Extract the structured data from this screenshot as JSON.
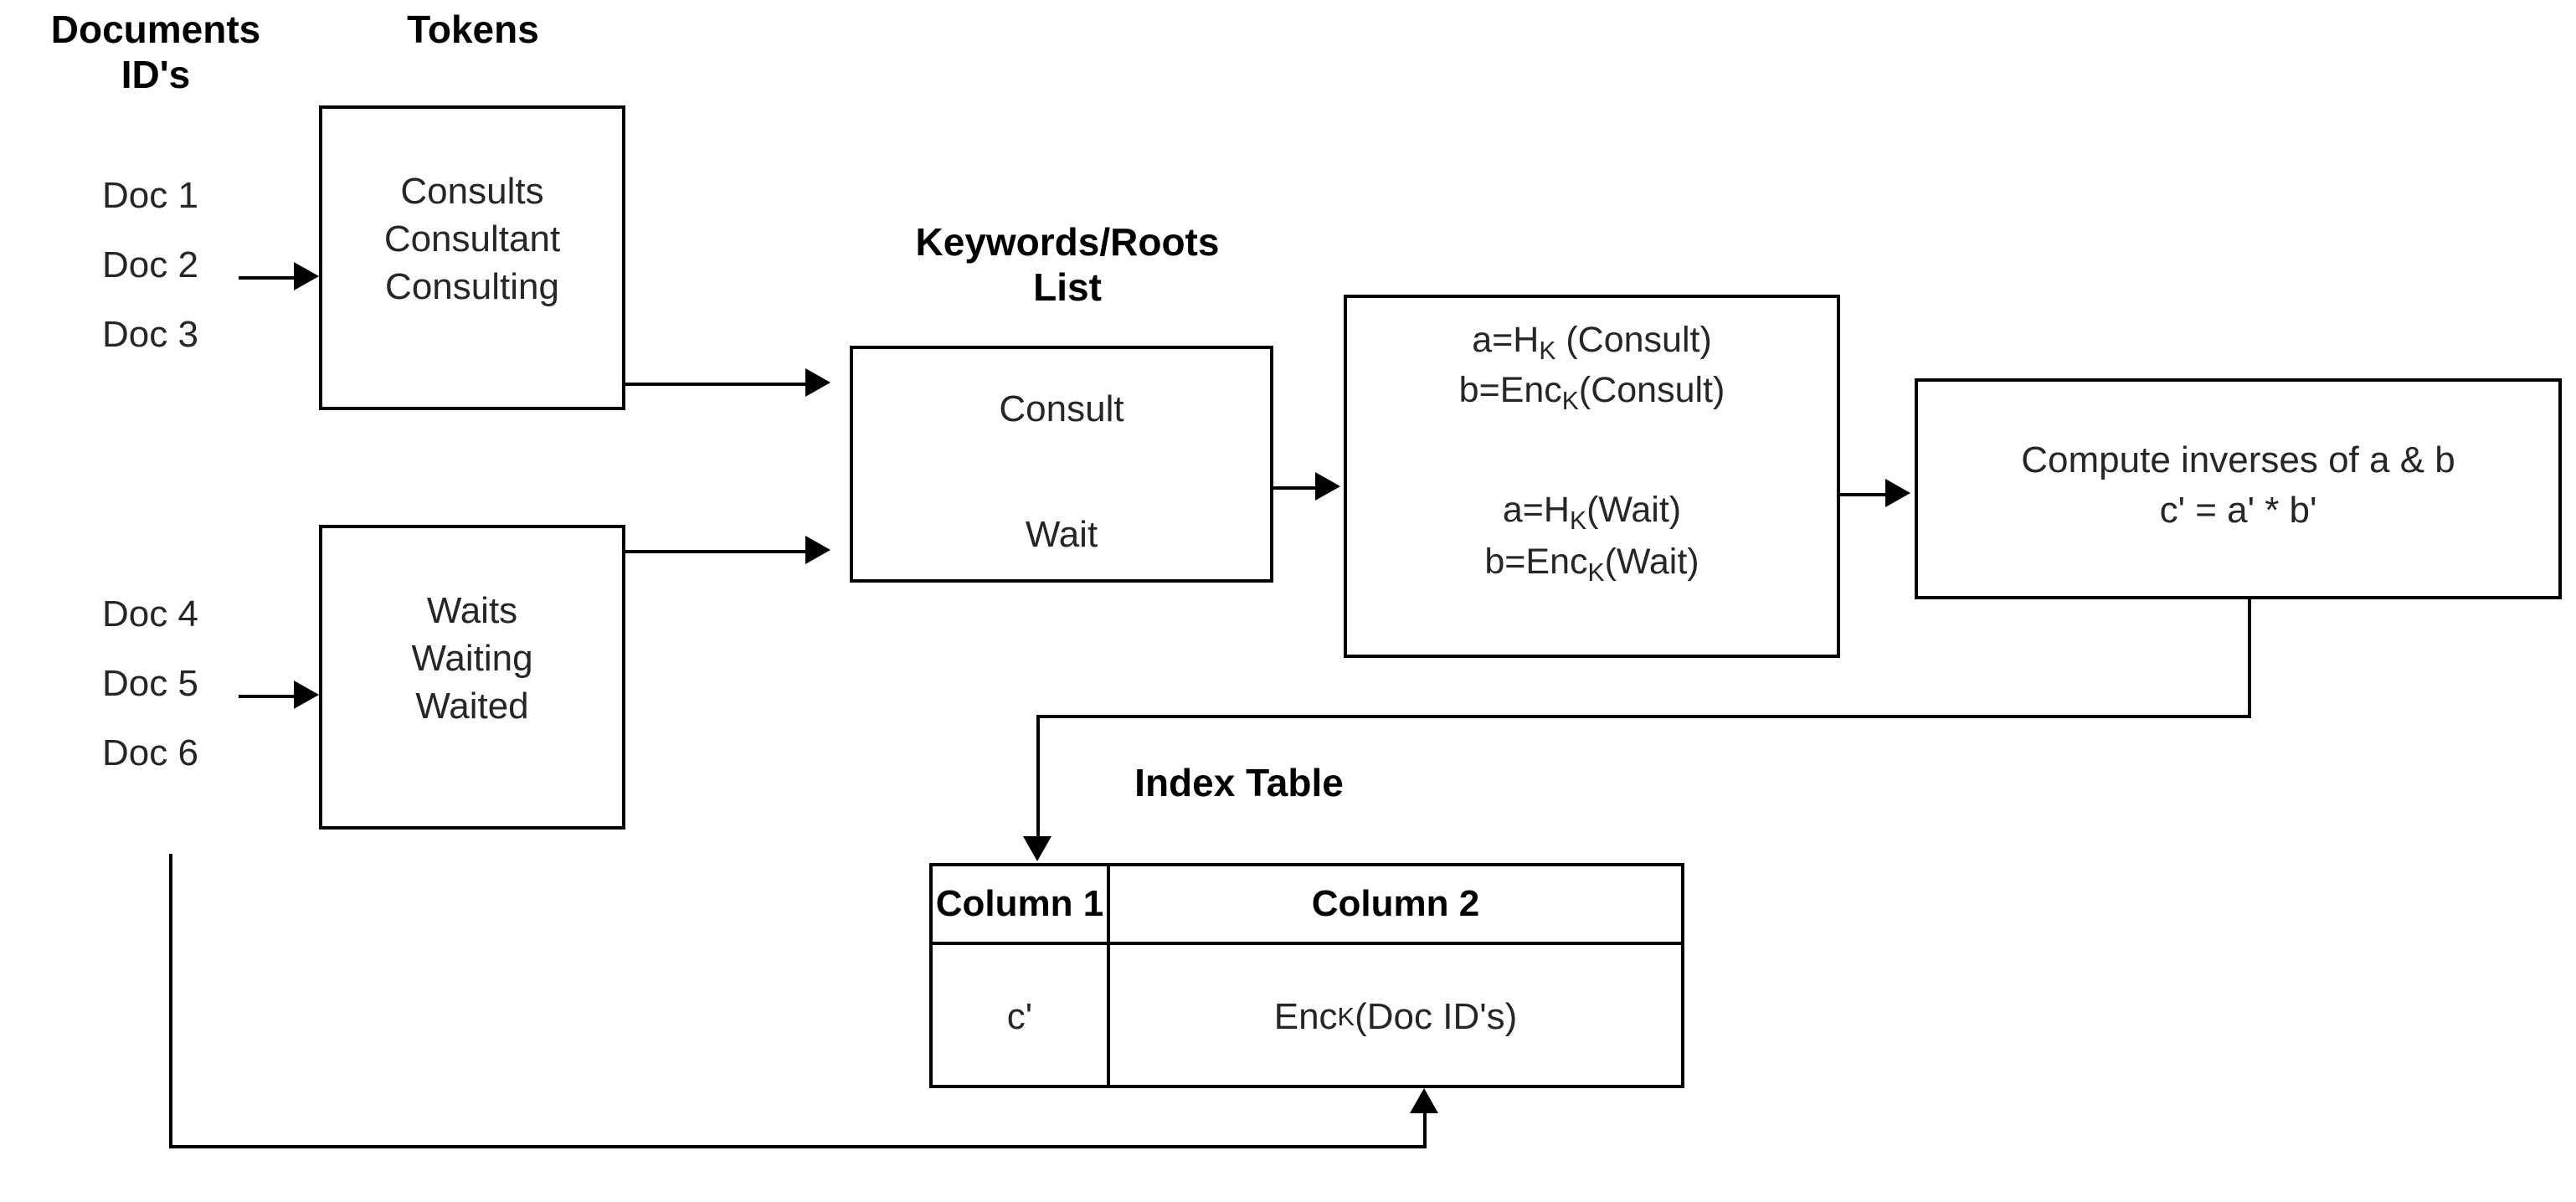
{
  "diagram": {
    "title": "Searchable encryption index construction flow",
    "headings": {
      "documents": "Documents\nID's",
      "tokens": "Tokens",
      "keywords": "Keywords/Roots\nList",
      "index_table": "Index Table"
    },
    "document_groups": [
      {
        "name": "group-1",
        "ids": [
          "Doc 1",
          "Doc 2",
          "Doc 3"
        ]
      },
      {
        "name": "group-2",
        "ids": [
          "Doc 4",
          "Doc 5",
          "Doc 6"
        ]
      }
    ],
    "token_boxes": [
      {
        "name": "tokens-consult",
        "lines": "Consults\nConsultant\nConsulting"
      },
      {
        "name": "tokens-wait",
        "lines": "Waits\nWaiting\nWaited"
      }
    ],
    "keywords_box": {
      "root_1": "Consult",
      "root_2": "Wait"
    },
    "crypto_box": {
      "consult": {
        "hash_prefix": "a=H",
        "hash_sub": "K",
        "hash_suffix": " (Consult)",
        "enc_prefix": "b=Enc",
        "enc_sub": "K",
        "enc_suffix": "(Consult)"
      },
      "wait": {
        "hash_prefix": "a=H",
        "hash_sub": "K",
        "hash_suffix": "(Wait)",
        "enc_prefix": "b=Enc",
        "enc_sub": "K",
        "enc_suffix": "(Wait)"
      }
    },
    "compute_box": {
      "line_1": "Compute inverses of a & b",
      "line_2": "c' = a' * b'"
    },
    "index_table": {
      "headers": [
        "Column 1",
        "Column 2"
      ],
      "row": {
        "column_1": "c'",
        "column_2_prefix": "Enc",
        "column_2_sub": "K",
        "column_2_suffix": "(Doc ID's)"
      }
    },
    "colors": {
      "stroke": "#000000",
      "text": "#262626",
      "background": "#ffffff"
    }
  }
}
